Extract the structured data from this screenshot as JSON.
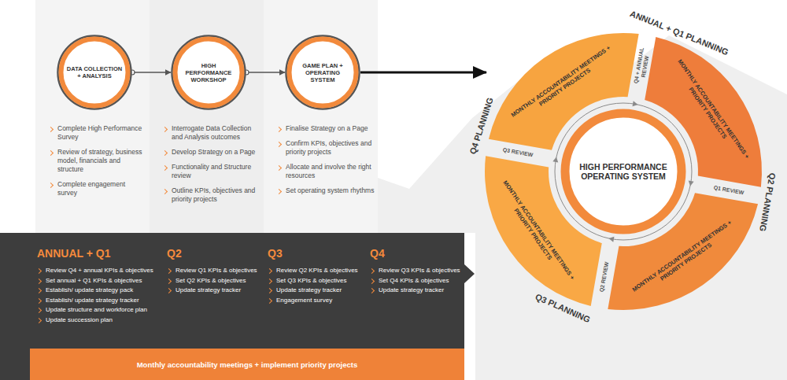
{
  "diagram": {
    "nodes": [
      {
        "text": [
          "DATA COLLECTION + ANALYSIS"
        ]
      },
      {
        "text": [
          "HIGH PERFORMANCE WORKSHOP"
        ]
      },
      {
        "text": [
          "GAME PLAN + OPERATING SYSTEM"
        ]
      },
      {
        "text": [
          "ANNUAL + Q1",
          "Review Q4 + annual KPIs & objectives",
          "Set annual + Q1 KPIs & objectives",
          "Establish/ update strategy pack",
          "Establish/ update strategy tracker",
          "Update structure and workforce plan",
          "Update succession plan",
          "Q2",
          "Review Q1 KPIs & objectives",
          "Set Q2 KPIs & objectives",
          "Update strategy tracker",
          "Q3",
          "Review Q2 KPIs & objectives",
          "Set Q3 KPIs & objectives",
          "Update strategy tracker",
          "Engagement survey",
          "Q4",
          "Review Q3 KPIs & objectives",
          "Set Q4 KPIs & objectives",
          "Update strategy tracker"
        ]
      },
      {
        "text": [
          "Monthly accountability meetings + implement priority projects"
        ],
        "in": 3
      },
      {
        "text": [
          "MONTHLY ACCOUNTABILITY MEETINGS + PRIORITY PROJECTS"
        ]
      },
      {
        "text": [
          "MONTHLY ACCOUNTABILITY MEETINGS + PRIORITY PROJECTS"
        ]
      },
      {
        "text": [
          "MONTHLY ACCOUNTABILITY MEETINGS + PRIORITY PROJECTS"
        ]
      },
      {
        "text": [
          "MONTHLY ACCOUNTABILITY MEETINGS + PRIORITY PROJECTS"
        ]
      },
      {
        "text": [
          "HIGH PERFORMANCE OPERATING SYSTEM"
        ]
      }
    ],
    "edges": [
      {
        "from": 0,
        "to": 1,
        "arrow": "to"
      },
      {
        "from": 1,
        "to": 2,
        "arrow": "to"
      },
      {
        "from": 2,
        "to": 5,
        "arrow": "to"
      }
    ],
    "labels": [
      "Complete High Performance Survey",
      "Review of strategy, business model, financials and structure",
      "Complete engagement survey",
      "Interrogate Data Collection and Analysis outcomes",
      "Develop Strategy on a Page",
      "Functionality and Structure review",
      "Outline KPIs, objectives and priority projects",
      "Finalise Strategy on a Page",
      "Confirm KPIs, objectives and priority projects",
      "Allocate and involve the right resources",
      "Set operating system rhythms",
      "ANNUAL + Q1 PLANNING",
      "Q4 + ANNUAL REVIEW",
      "Q4 PLANNING",
      "Q1 REVIEW",
      "Q3 REVIEW",
      "Q2 PLANNING",
      "Q2 REVIEW",
      "Q3 PLANNING"
    ]
  }
}
